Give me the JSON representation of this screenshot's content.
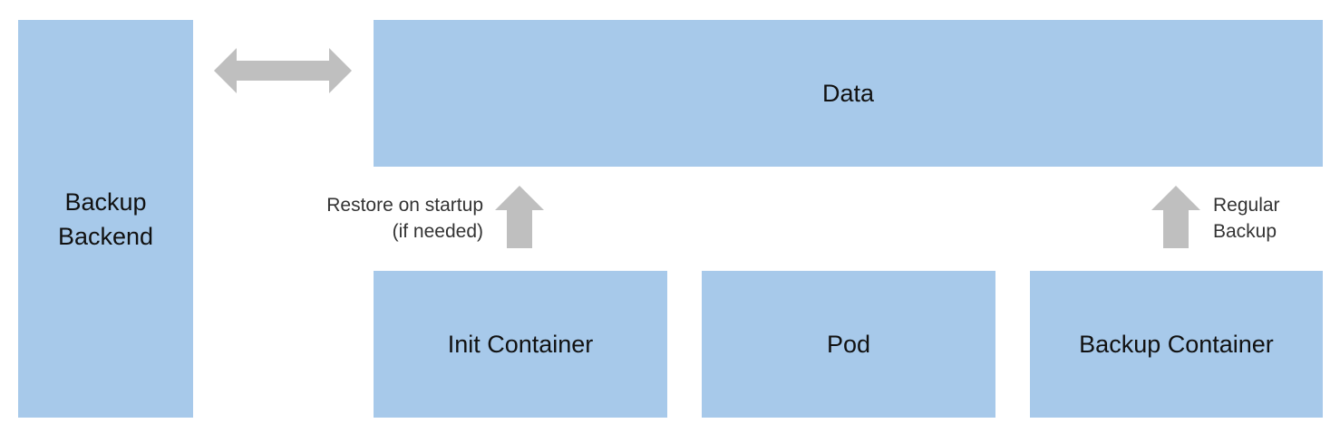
{
  "boxes": {
    "backup_backend": {
      "line1": "Backup",
      "line2": "Backend"
    },
    "data": "Data",
    "init_container": "Init Container",
    "pod": "Pod",
    "backup_container": "Backup Container"
  },
  "labels": {
    "restore": {
      "line1": "Restore on startup",
      "line2": "(if needed)"
    },
    "regular": {
      "line1": "Regular",
      "line2": "Backup"
    }
  },
  "colors": {
    "box_fill": "#a7c9ea",
    "arrow_fill": "#bfbfbf"
  },
  "icons": {
    "sync": "double-arrow-icon",
    "restore": "up-arrow-icon",
    "backup": "up-arrow-icon"
  }
}
